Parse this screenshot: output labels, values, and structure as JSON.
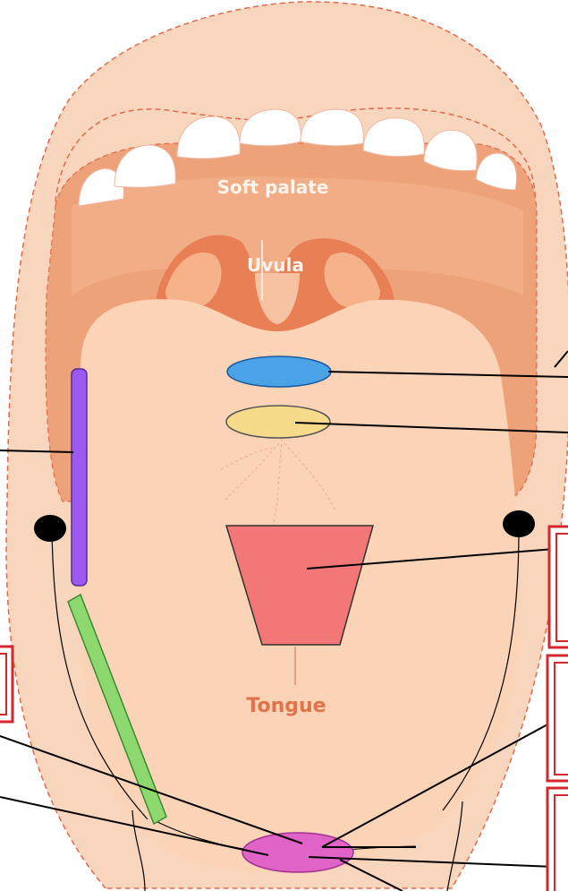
{
  "labels": {
    "soft_palate": "Soft palate",
    "uvula": "Uvula",
    "tongue": "Tongue"
  },
  "colors": {
    "background": "#ffffff",
    "lip_outer": "#f8d6bd",
    "mouth_interior": "#eea27a",
    "soft_palate": "#f1ad86",
    "throat": "#e87f55",
    "tongue": "#fbd4b8",
    "teeth": "#ffffff",
    "label_text_light": "#fff4ec",
    "label_text_tongue": "#e0734a",
    "marker_blue": "#4aa3e6",
    "marker_yellow": "#f6dc8a",
    "marker_purple": "#9b59f0",
    "marker_green": "#8ed870",
    "marker_red": "#f47777",
    "marker_pink": "#e064c8",
    "answer_box_border": "#d6262e",
    "leader_line": "#000000"
  },
  "markers": [
    {
      "name": "blue-ellipse-marker",
      "color": "#4aa3e6"
    },
    {
      "name": "yellow-ellipse-marker",
      "color": "#f6dc8a"
    },
    {
      "name": "purple-bar-marker",
      "color": "#9b59f0"
    },
    {
      "name": "green-bar-marker",
      "color": "#8ed870"
    },
    {
      "name": "red-trapezoid-marker",
      "color": "#f47777"
    },
    {
      "name": "pink-ellipse-marker",
      "color": "#e064c8"
    }
  ],
  "answer_boxes": [
    {
      "name": "answer-box-right-1",
      "content": ""
    },
    {
      "name": "answer-box-right-2",
      "content": ""
    },
    {
      "name": "answer-box-right-3",
      "content": ""
    },
    {
      "name": "answer-box-left-1",
      "content": ""
    }
  ]
}
